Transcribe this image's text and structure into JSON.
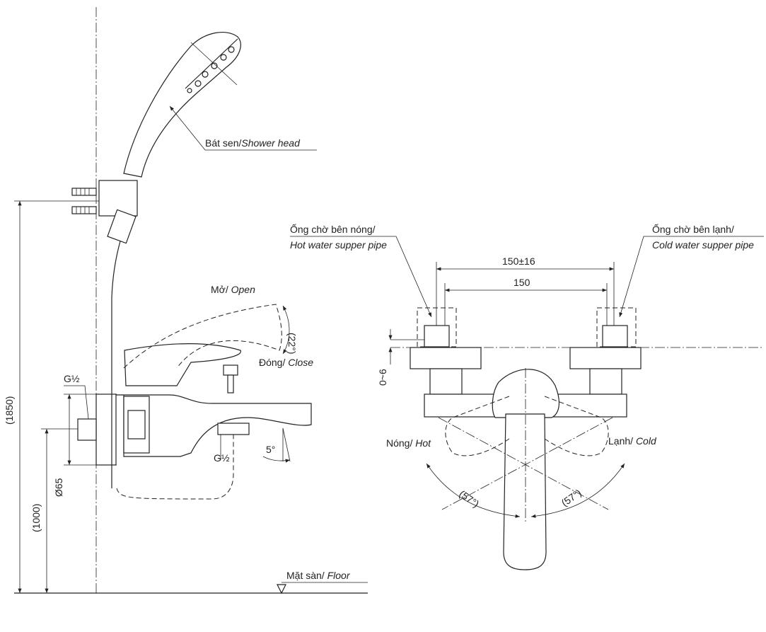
{
  "labels": {
    "shower_head": {
      "vi": "Bát sen/",
      "en": "Shower head"
    },
    "hot_pipe": {
      "vi": "Ống chờ bên nóng/",
      "en": "Hot water supper pipe"
    },
    "cold_pipe": {
      "vi": "Ống chờ bên lạnh/",
      "en": "Cold water supper pipe"
    },
    "open": {
      "vi": "Mở/ ",
      "en": "Open"
    },
    "close": {
      "vi": "Đóng/ ",
      "en": "Close"
    },
    "hot": {
      "vi": "Nóng/ ",
      "en": "Hot"
    },
    "cold": {
      "vi": "Lạnh/ ",
      "en": "Cold"
    },
    "floor": {
      "vi": "Mặt sàn/ ",
      "en": "Floor"
    }
  },
  "dimensions": {
    "height_total": "(1850)",
    "height_spout": "(1000)",
    "diameter": "Ø65",
    "thread_wall": "G½",
    "thread_outlet": "G½",
    "handle_angle": "(22°)",
    "spout_angle": "5°",
    "offset": "0~6",
    "spacing_range": "150±16",
    "spacing": "150",
    "rotate_hot": "(57°)",
    "rotate_cold": "(57°)"
  }
}
